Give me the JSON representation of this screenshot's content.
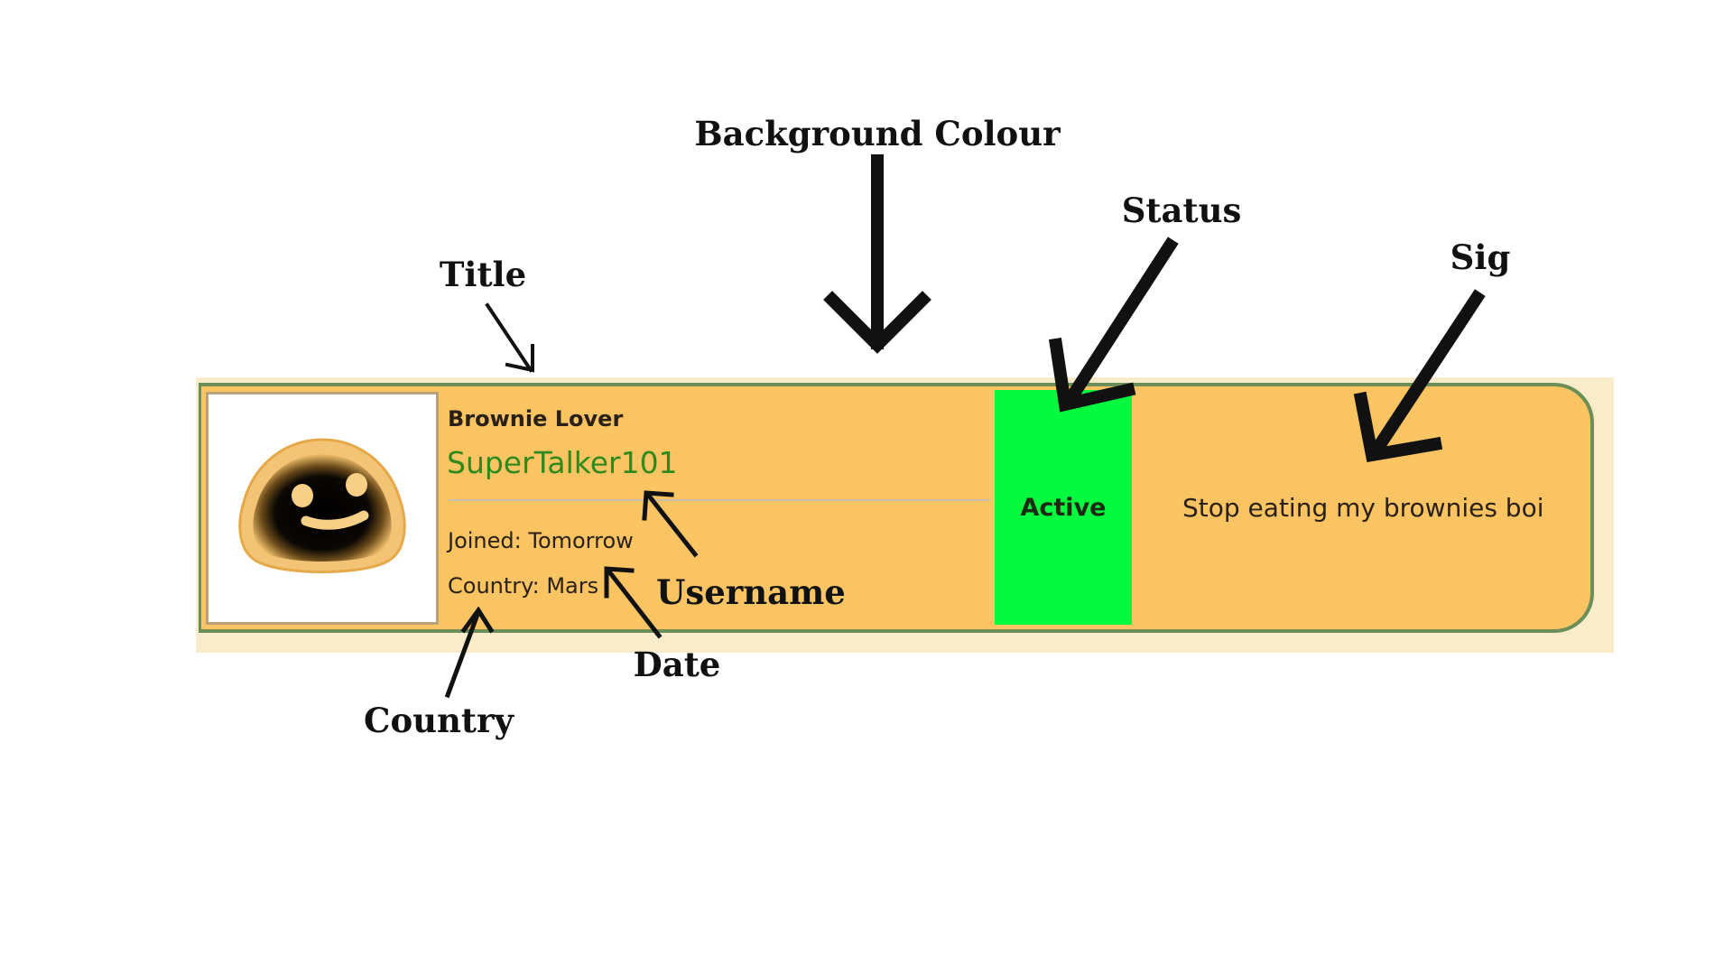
{
  "annotations": {
    "title": "Title",
    "background_colour": "Background Colour",
    "status": "Status",
    "sig": "Sig",
    "username": "Username",
    "date": "Date",
    "country": "Country"
  },
  "profile": {
    "title": "Brownie Lover",
    "username": "SuperTalker101",
    "joined": "Joined: Tomorrow",
    "country": "Country: Mars",
    "status": "Active",
    "sig": "Stop eating my brownies boi",
    "avatar_icon": "smiling-blob-icon"
  },
  "colors": {
    "bar_background": "#fbc463",
    "bar_border": "#6c8f58",
    "outer_background": "#f8eccb",
    "status_background": "#04fa3e",
    "username_color": "#2f8a1c",
    "annotation_ink": "#111111"
  }
}
